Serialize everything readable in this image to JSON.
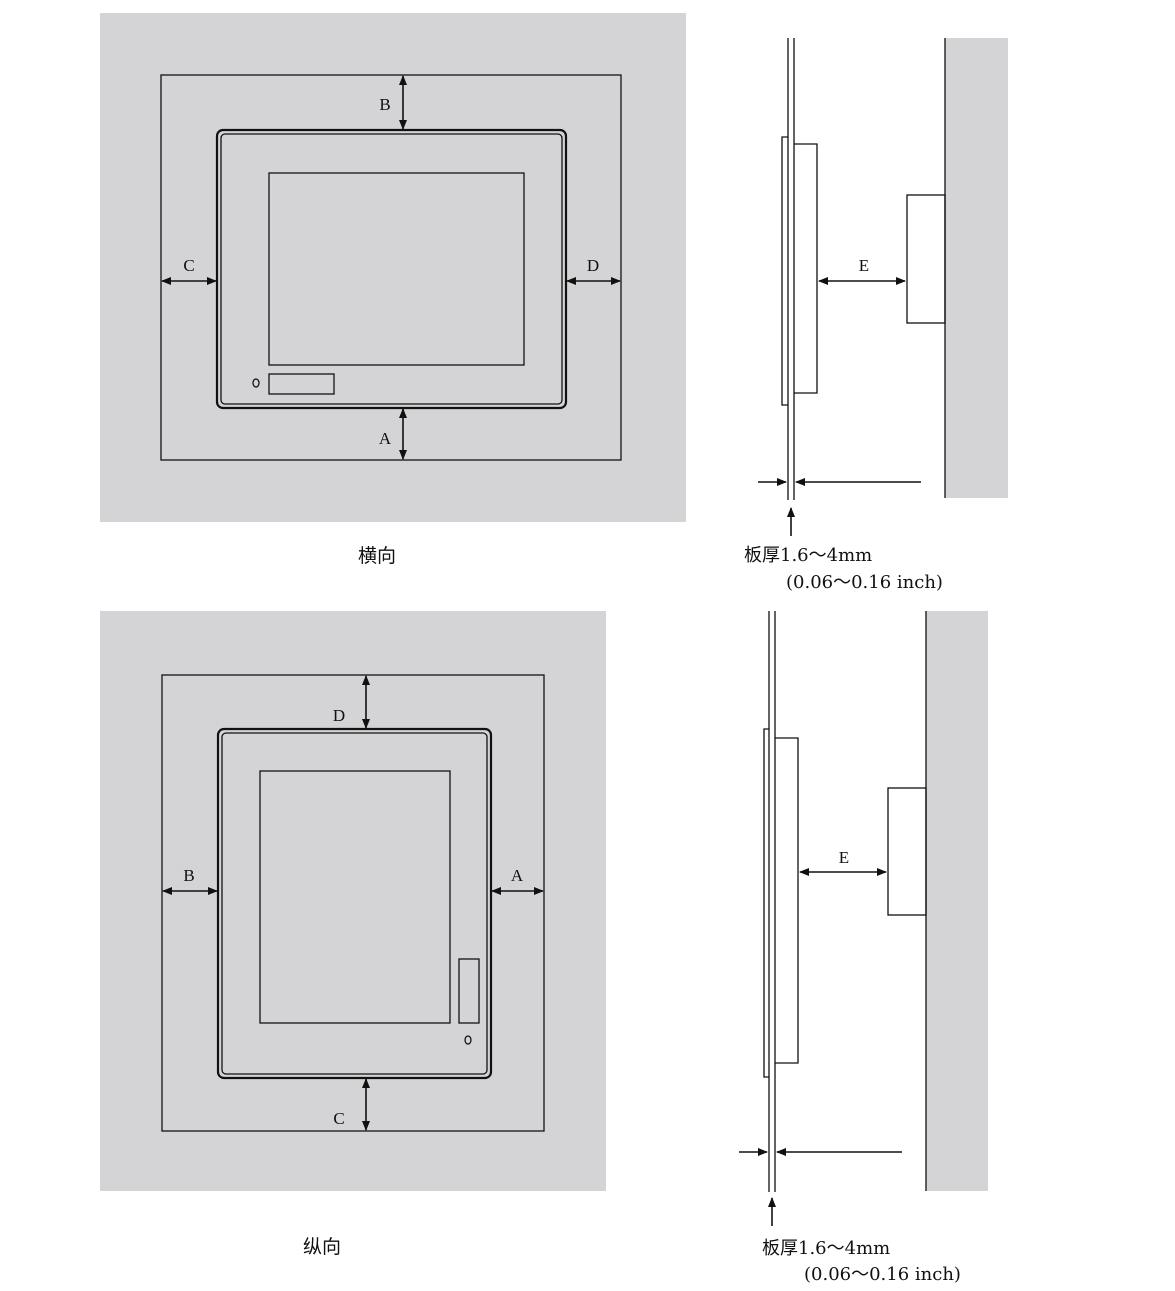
{
  "landscape": {
    "caption": "横向",
    "labels": {
      "top": "B",
      "bottom": "A",
      "left": "C",
      "right": "D"
    },
    "side": {
      "gap_label": "E",
      "thickness_text": "板厚1.6～4mm",
      "thickness_inch": "(0.06～0.16 inch)"
    }
  },
  "portrait": {
    "caption": "纵向",
    "labels": {
      "top": "D",
      "bottom": "C",
      "left": "B",
      "right": "A"
    },
    "side": {
      "gap_label": "E",
      "thickness_text": "板厚1.6～4mm",
      "thickness_inch": "(0.06～0.16 inch)"
    }
  },
  "colors": {
    "wall": "#d4d4d6",
    "line": "#111111",
    "background": "#ffffff"
  }
}
